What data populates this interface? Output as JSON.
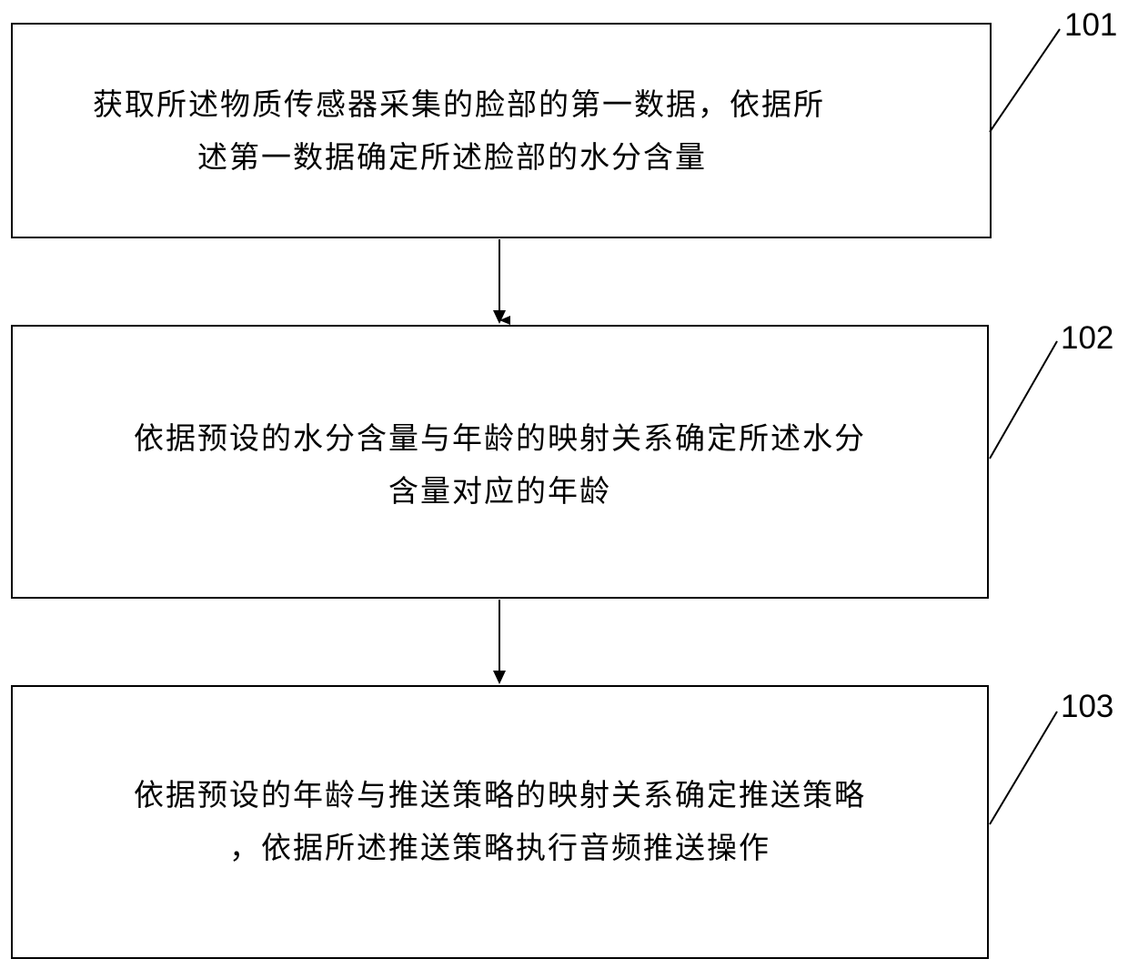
{
  "steps": [
    {
      "id": "101",
      "lines": [
        "获取所述物质传感器采集的脸部的第一数据，依据所",
        "述第一数据确定所述脸部的水分含量"
      ]
    },
    {
      "id": "102",
      "lines": [
        "依据预设的水分含量与年龄的映射关系确定所述水分",
        "含量对应的年龄"
      ]
    },
    {
      "id": "103",
      "lines": [
        "依据预设的年龄与推送策略的映射关系确定推送策略",
        "，依据所述推送策略执行音频推送操作"
      ]
    }
  ],
  "colors": {
    "stroke": "#000000",
    "background": "#ffffff"
  }
}
